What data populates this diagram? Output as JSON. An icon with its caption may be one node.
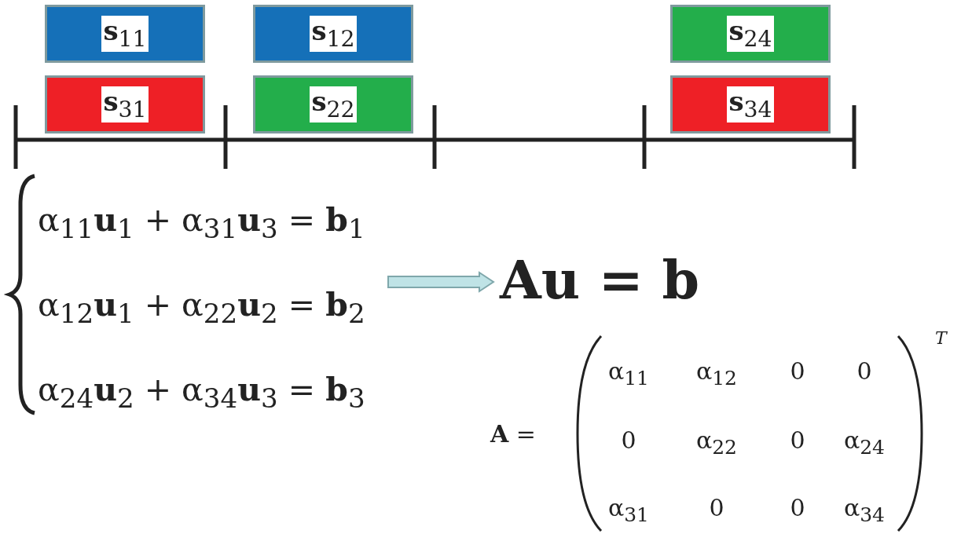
{
  "diagram": {
    "nodes": [
      {
        "text": [
          "**s**$_{11}$"
        ]
      },
      {
        "text": [
          "**s**$_{12}$"
        ]
      },
      {
        "text": [
          "**s**$_{24}$"
        ]
      },
      {
        "text": [
          "**s**$_{31}$"
        ]
      },
      {
        "text": [
          "**s**$_{22}$"
        ]
      },
      {
        "text": [
          "**s**$_{34}$"
        ]
      },
      {
        "text": [
          "α$_{11}$**u**$_{1}$ + α$_{31}$**u**$_{3}$ = **b**$_{1}$",
          "α$_{12}$**u**$_{1}$ + α$_{22}$**u**$_{2}$ = **b**$_{2}$",
          "α$_{24}$**u**$_{2}$ + α$_{34}$**u**$_{3}$ = **b**$_{3}$"
        ]
      },
      {
        "text": [
          "Au = b"
        ]
      }
    ],
    "edges": [
      {
        "from": 6,
        "to": 7,
        "arrow": "to"
      }
    ],
    "labels": [
      "**A** =",
      "α$_{11}$",
      "α$_{12}$",
      "0",
      "0",
      "0",
      "α$_{22}$",
      "0",
      "α$_{24}$",
      "α$_{31}$",
      "0",
      "0",
      "α$_{34}$",
      "T"
    ]
  }
}
